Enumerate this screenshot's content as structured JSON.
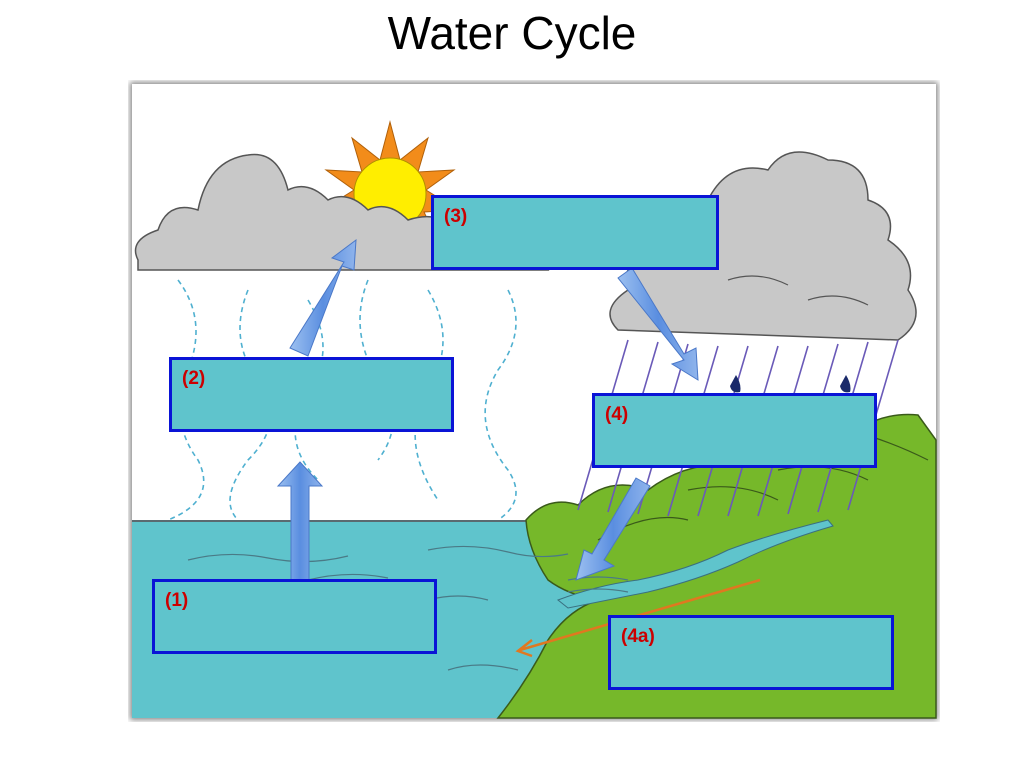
{
  "title": "Water Cycle",
  "colors": {
    "box_fill": "#5fc4cc",
    "box_border": "#0a14d6",
    "label_text": "#cc0000",
    "water": "#5fc4cc",
    "land": "#76b82a",
    "cloud": "#c8c8c8",
    "sun": "#ffee00",
    "sun_rays": "#f28c1a",
    "arrow": "#6a9ae0",
    "orange_arrow": "#e07820",
    "rain": "#6a5ab8"
  },
  "labels": {
    "box1": "(1)",
    "box2": "(2)",
    "box3": "(3)",
    "box4": "(4)",
    "box4a": "(4a)"
  }
}
